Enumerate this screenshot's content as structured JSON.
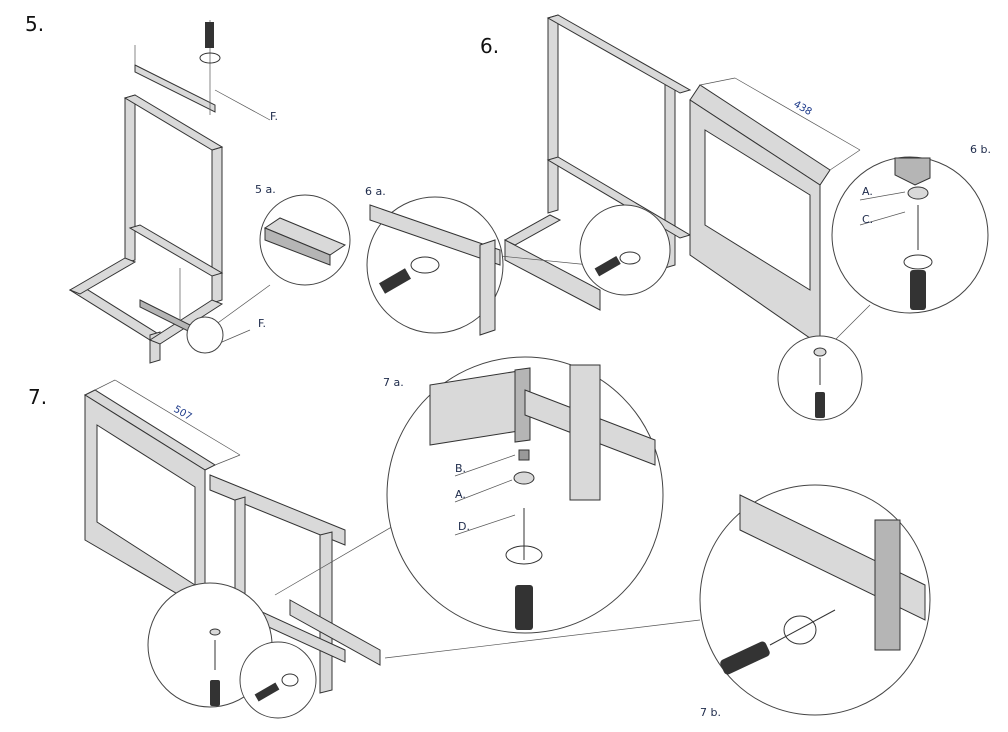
{
  "steps": {
    "s5": "5.",
    "s6": "6.",
    "s7": "7."
  },
  "details": {
    "d5a": "5 a.",
    "d6a": "6 a.",
    "d6b": "6 b.",
    "d7a": "7 a.",
    "d7b": "7 b."
  },
  "parts": {
    "f_top": "F.",
    "f_bottom": "F.",
    "a_6b": "A.",
    "c_6b": "C.",
    "b_7a": "B.",
    "a_7a": "A.",
    "d_7a": "D."
  },
  "dimensions": {
    "width_6": "438",
    "width_7": "507"
  },
  "colors": {
    "label": "#1d2a4a",
    "dimension": "#1d3a8a",
    "metal": "#d9d9d9"
  }
}
